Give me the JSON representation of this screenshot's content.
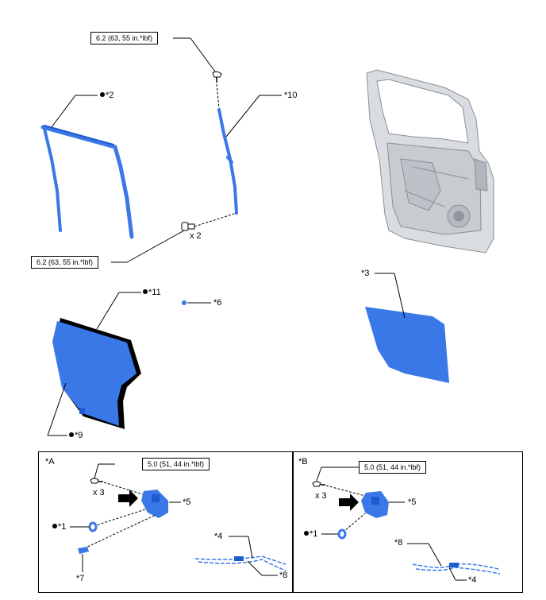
{
  "colors": {
    "part": "#3a78e8",
    "part_dark": "#1e5ad0",
    "outline": "#000000",
    "door_gray": "#c8ccd0"
  },
  "torque": {
    "top_screw": "6.2 (63, 55 in.*lbf)",
    "bolt": "6.2 (63, 55 in.*lbf)",
    "inset_a": "5.0 (51, 44 in.*lbf)",
    "inset_b": "5.0 (51, 44 in.*lbf)"
  },
  "labels": {
    "p2": "*2",
    "p10": "*10",
    "bolt_qty": "x 2",
    "p11": "*11",
    "p6": "*6",
    "p3": "*3",
    "p9": "*9"
  },
  "inset_a": {
    "title": "*A",
    "qty": "x 3",
    "p5": "*5",
    "p1": "*1",
    "p7": "*7",
    "p4": "*4",
    "p8": "*8"
  },
  "inset_b": {
    "title": "*B",
    "qty": "x 3",
    "p5": "*5",
    "p1": "*1",
    "p8": "*8",
    "p4": "*4"
  }
}
